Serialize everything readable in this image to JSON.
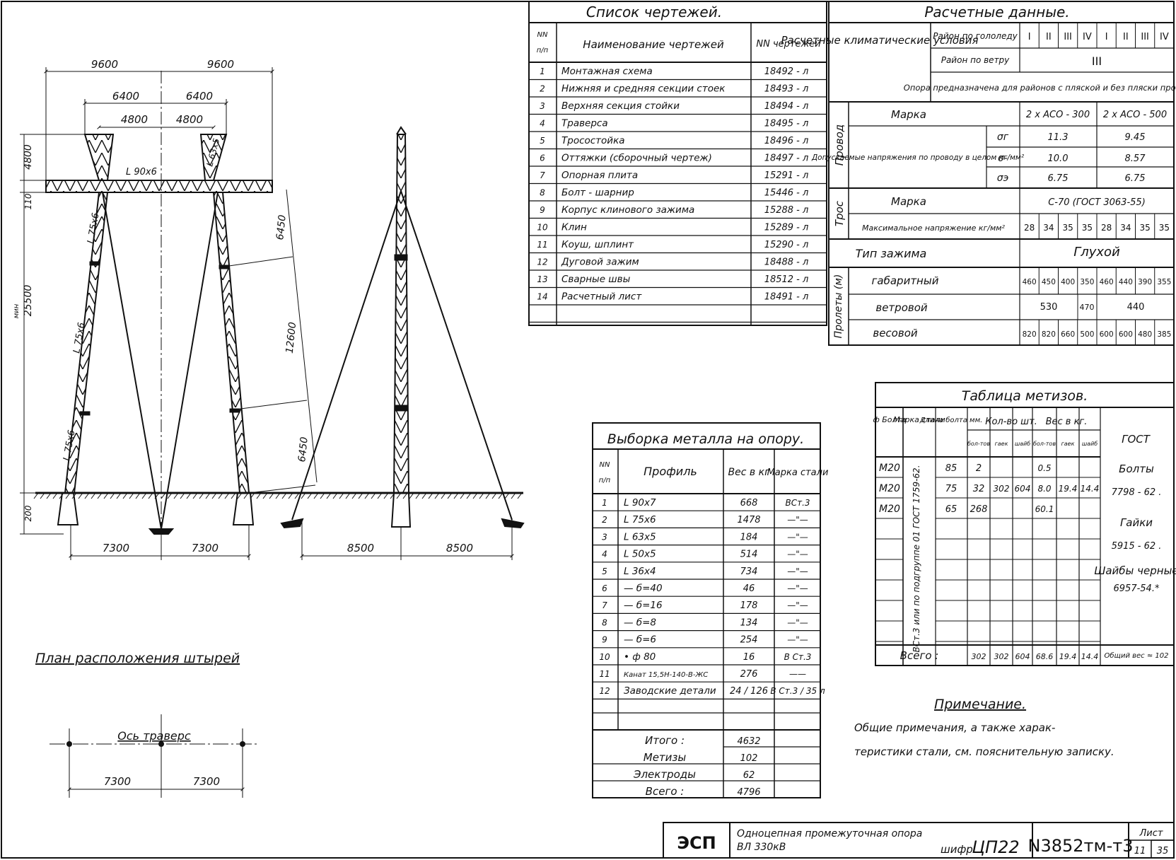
{
  "elevation": {
    "dims_top": [
      "9600",
      "9600",
      "6400",
      "6400",
      "4800",
      "4800"
    ],
    "dims_left": [
      "4800",
      "110",
      "25500",
      "200"
    ],
    "dims_left_mark": "мин",
    "dims_bottom": [
      "7300",
      "7300",
      "8500",
      "8500"
    ],
    "dims_guy": [
      "6450",
      "12600",
      "6450"
    ],
    "profiles": [
      "L 90x6",
      "L 63x5",
      "L 75x6",
      "L 75x6",
      "L 75x6"
    ]
  },
  "plan": {
    "title": "План расположения штырей",
    "axis": "Ось траверс",
    "dims": [
      "7300",
      "7300"
    ]
  },
  "drawings_list": {
    "title": "Список чертежей.",
    "headers": [
      "NN п/п",
      "Наименование чертежей",
      "NN чертежей"
    ],
    "rows": [
      [
        "1",
        "Монтажная схема",
        "18492 - л"
      ],
      [
        "2",
        "Нижняя и средняя секции стоек",
        "18493 - л"
      ],
      [
        "3",
        "Верхняя секция стойки",
        "18494 - л"
      ],
      [
        "4",
        "Траверса",
        "18495 - л"
      ],
      [
        "5",
        "Тросостойка",
        "18496 - л"
      ],
      [
        "6",
        "Оттяжки (сборочный чертеж)",
        "18497 - л"
      ],
      [
        "7",
        "Опорная плита",
        "15291 - л"
      ],
      [
        "8",
        "Болт - шарнир",
        "15446 - л"
      ],
      [
        "9",
        "Корпус клинового зажима",
        "15288 - л"
      ],
      [
        "10",
        "Клин",
        "15289 - л"
      ],
      [
        "11",
        "Коуш, шплинт",
        "15290 - л"
      ],
      [
        "12",
        "Дуговой зажим",
        "18488 - л"
      ],
      [
        "13",
        "Сварные швы",
        "18512 - л"
      ],
      [
        "14",
        "Расчетный лист",
        "18491 - л"
      ]
    ]
  },
  "design_data": {
    "title": "Расчетные данные.",
    "climatic": "Расчетные климатические условия",
    "ice_label": "Район по гололеду",
    "ice_regions": [
      "I",
      "II",
      "III",
      "IV",
      "I",
      "II",
      "III",
      "IV"
    ],
    "wind_label": "Район по ветру",
    "wind_value": "III",
    "note": "Опора предназначена для районов с пляской и без пляски проводов",
    "wire_group": "Провод",
    "wire_mark_label": "Марка",
    "wire_marks": [
      "2 x АСО - 300",
      "2 x АСО - 500"
    ],
    "stress_label": "Допускаемые напряжения по проводу в целом кг/мм²",
    "stress_rows": [
      {
        "sym": "σг",
        "v1": "11.3",
        "v2": "9.45"
      },
      {
        "sym": "σ-",
        "v1": "10.0",
        "v2": "8.57"
      },
      {
        "sym": "σэ",
        "v1": "6.75",
        "v2": "6.75"
      }
    ],
    "cable_group": "Трос",
    "cable_mark_label": "Марка",
    "cable_mark": "С-70 (ГОСТ 3063-55)",
    "cable_stress_label": "Максимальное напряжение кг/мм²",
    "cable_stress": [
      "28",
      "34",
      "35",
      "35",
      "28",
      "34",
      "35",
      "35"
    ],
    "clamp_label": "Тип зажима",
    "clamp_value": "Глухой",
    "spans_group": "Пролеты (м)",
    "span_gab_label": "габаритный",
    "span_gab": [
      "460",
      "450",
      "400",
      "350",
      "460",
      "440",
      "390",
      "355"
    ],
    "span_wind_label": "ветровой",
    "span_wind": [
      "530",
      "470",
      "440"
    ],
    "span_weight_label": "весовой",
    "span_weight": [
      "820",
      "820",
      "660",
      "500",
      "600",
      "600",
      "480",
      "385"
    ]
  },
  "metal": {
    "title": "Выборка металла на опору.",
    "headers": [
      "NN п/п",
      "Профиль",
      "Вес в кг",
      "Марка стали"
    ],
    "rows": [
      [
        "1",
        "L 90x7",
        "668",
        "ВСт.3"
      ],
      [
        "2",
        "L 75x6",
        "1478",
        "—\"—"
      ],
      [
        "3",
        "L 63x5",
        "184",
        "—\"—"
      ],
      [
        "4",
        "L 50x5",
        "514",
        "—\"—"
      ],
      [
        "5",
        "L 36x4",
        "734",
        "—\"—"
      ],
      [
        "6",
        "— б=40",
        "46",
        "—\"—"
      ],
      [
        "7",
        "— б=16",
        "178",
        "—\"—"
      ],
      [
        "8",
        "— б=8",
        "134",
        "—\"—"
      ],
      [
        "9",
        "— б=6",
        "254",
        "—\"—"
      ],
      [
        "10",
        "• ф 80",
        "16",
        "В Ст.3"
      ],
      [
        "11",
        "Канат 15,5Н-140-В-ЖС",
        "276",
        "——"
      ],
      [
        "12",
        "Заводские детали",
        "24 / 126",
        "В Ст.3 / 35 л"
      ]
    ],
    "totals": [
      [
        "Итого :",
        "4632"
      ],
      [
        "Метизы",
        "102"
      ],
      [
        "Электроды",
        "62"
      ],
      [
        "Всего :",
        "4796"
      ]
    ]
  },
  "fasteners": {
    "title": "Таблица метизов.",
    "headers": [
      "ф Болта",
      "Марка стали",
      "Длина болта мм.",
      "Кол-во шт.",
      "Вес в кг.",
      "ГОСТ"
    ],
    "sub_headers": [
      "бол-тов",
      "гаек",
      "шайб",
      "бол-тов",
      "гаек",
      "шайб"
    ],
    "rows": [
      [
        "М20",
        "85",
        "2",
        "0.5"
      ],
      [
        "М20",
        "75",
        "32",
        "8.0"
      ],
      [
        "М20",
        "65",
        "268",
        "60.1"
      ]
    ],
    "merged": {
      "nuts_qty": "302",
      "washers_qty": "604",
      "nuts_w": "19.4",
      "washers_w": "14.4"
    },
    "steel_note": "ВСт.3 или по подгруппе 01 ГОСТ 1759-62.",
    "gost": [
      "Болты",
      "7798 - 62 .",
      "Гайки",
      "5915 - 62 .",
      "Шайбы черные",
      "6957-54.*"
    ],
    "total_label": "Всего :",
    "totals": [
      "302",
      "302",
      "604",
      "68.6",
      "19.4",
      "14.4"
    ],
    "total_note": "Общий вес ≈ 102"
  },
  "note": {
    "title": "Примечание.",
    "line1": "Общие примечания, а также харак-",
    "line2": "теристики стали, см. пояснительную записку."
  },
  "stamp": {
    "org": "ЭСП",
    "desc1": "Одноцепная промежуточная опора",
    "desc2": "ВЛ 330кВ",
    "code_label": "шифр",
    "code": "ЦП22",
    "number": "N3852тм-т3",
    "sheet_label": "Лист",
    "sheet": "11",
    "sheets": "35"
  }
}
